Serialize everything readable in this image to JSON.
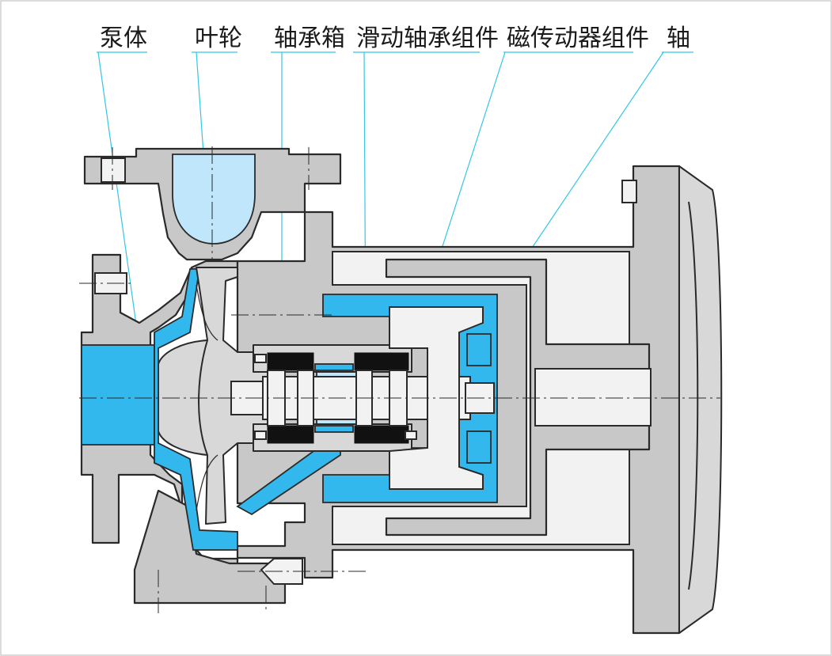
{
  "labels": [
    {
      "id": "pump-body",
      "text": "泵体"
    },
    {
      "id": "impeller",
      "text": "叶轮"
    },
    {
      "id": "bearing-box",
      "text": "轴承箱"
    },
    {
      "id": "sliding-bearing-assembly",
      "text": "滑动轴承组件"
    },
    {
      "id": "magnetic-drive-assembly",
      "text": "磁传动器组件"
    },
    {
      "id": "shaft",
      "text": "轴"
    }
  ],
  "colors": {
    "fluid": "#33b8ee",
    "fluid_light": "#bfe6fa",
    "casing": "#c8c8c8",
    "leader": "#35c6e6",
    "outline": "#2a2a2a"
  }
}
